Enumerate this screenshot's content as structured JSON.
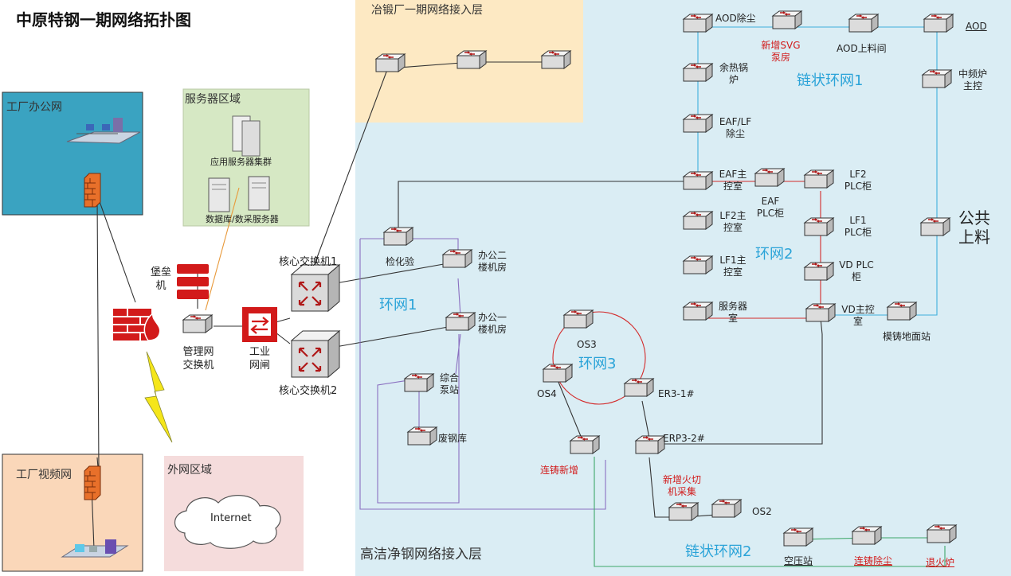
{
  "title": "中原特钢一期网络拓扑图",
  "zones": {
    "office": "工厂办公网",
    "server": "服务器区域",
    "forging": "冶锻厂一期网络接入层",
    "video": "工厂视频网",
    "internet_zone": "外网区域",
    "clean_steel": "高洁净钢网络接入层"
  },
  "server_labels": {
    "app_cluster": "应用服务器集群",
    "db_server": "数据库/数采服务器"
  },
  "internet": "Internet",
  "core": {
    "bastion": "堡垒\n机",
    "mgmt_switch": "管理网\n交换机",
    "gateway": "工业\n网闸",
    "core1": "核心交换机1",
    "core2": "核心交换机2"
  },
  "rings": {
    "ring1": "环网1",
    "ring2": "环网2",
    "ring3": "环网3",
    "chain1": "链状环网1",
    "chain2": "链状环网2"
  },
  "nodes": {
    "aod_dust": "AOD除尘",
    "new_svg": "新增SVG\n泵房",
    "aod_feed": "AOD上料间",
    "aod": "AOD",
    "mid_freq": "中频炉\n主控",
    "waste_heat": "余热锅\n炉",
    "eaf_lf_dust": "EAF/LF\n除尘",
    "eaf_main": "EAF主\n控室",
    "eaf_plc": "EAF\nPLC柜",
    "lf2_plc": "LF2\nPLC柜",
    "lf2_main": "LF2主\n控室",
    "lf1_plc": "LF1\nPLC柜",
    "public_feed": "公共\n上料",
    "lf1_main": "LF1主\n控室",
    "vd_plc": "VD PLC\n柜",
    "server_room": "服务器\n室",
    "vd_main": "VD主控\n室",
    "mold_station": "模铸地面站",
    "lab": "检化验",
    "office2": "办公二\n楼机房",
    "office1": "办公一\n楼机房",
    "pump": "综合\n泵站",
    "scrap": "废钢库",
    "os3": "OS3",
    "os4": "OS4",
    "er3_1": "ER3-1#",
    "erp3_2": "ERP3-2#",
    "caster_new": "连铸新增",
    "new_fire_cut": "新增火切\n机采集",
    "os2": "OS2",
    "air_comp": "空压站",
    "caster_dust": "连铸除尘",
    "anneal": "退火炉"
  },
  "colors": {
    "office_bg": "#3aa3c1",
    "server_bg": "#d6e8c4",
    "forging_bg": "#fde9c3",
    "video_bg": "#fad7b9",
    "internet_bg": "#f5dcdc",
    "clean_bg": "#daedf4",
    "accent_red": "#d21a1a",
    "ring_blue": "#2aa3d8"
  }
}
